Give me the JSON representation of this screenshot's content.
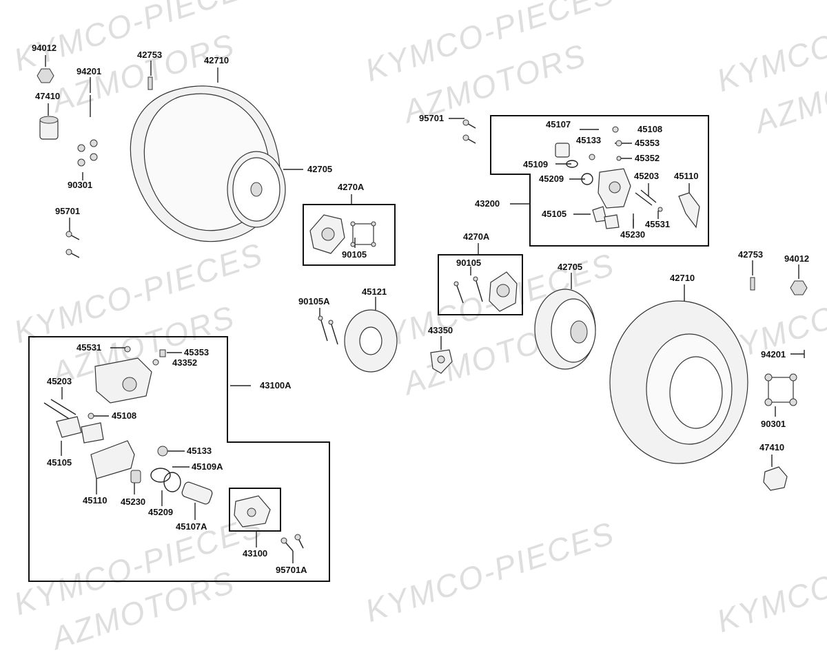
{
  "watermark": {
    "line1": "KYMCO-PIECES",
    "line2": "AZMOTORS"
  },
  "labels": {
    "p94012_l": "94012",
    "p94201_l": "94201",
    "p47410_l": "47410",
    "p90301_l": "90301",
    "p95701_l": "95701",
    "p42753_l": "42753",
    "p42710_l": "42710",
    "p42705_l": "42705",
    "p4270A_l": "4270A",
    "p90105_l": "90105",
    "p95701_r": "95701",
    "p45107_r": "45107",
    "p45108_r": "45108",
    "p45133_r": "45133",
    "p45353_r": "45353",
    "p45352_r": "45352",
    "p45109_r": "45109",
    "p45209_r": "45209",
    "p45203_r": "45203",
    "p45110_r": "45110",
    "p43200": "43200",
    "p45105_r": "45105",
    "p45531_r": "45531",
    "p45230_r": "45230",
    "p4270A_r": "4270A",
    "p90105_r": "90105",
    "p42705_r": "42705",
    "p42710_r": "42710",
    "p42753_r": "42753",
    "p94012_r": "94012",
    "p94201_r": "94201",
    "p90301_r": "90301",
    "p47410_r": "47410",
    "p90105A": "90105A",
    "p45121": "45121",
    "p43350": "43350",
    "p45531_b": "45531",
    "p45353_b": "45353",
    "p43352": "43352",
    "p45203_b": "45203",
    "p45108_b": "45108",
    "p45105_b": "45105",
    "p43100A": "43100A",
    "p45133_b": "45133",
    "p45109A": "45109A",
    "p45110_b": "45110",
    "p45230_b": "45230",
    "p45209_b": "45209",
    "p45107A": "45107A",
    "p43100": "43100",
    "p95701A": "95701A"
  }
}
